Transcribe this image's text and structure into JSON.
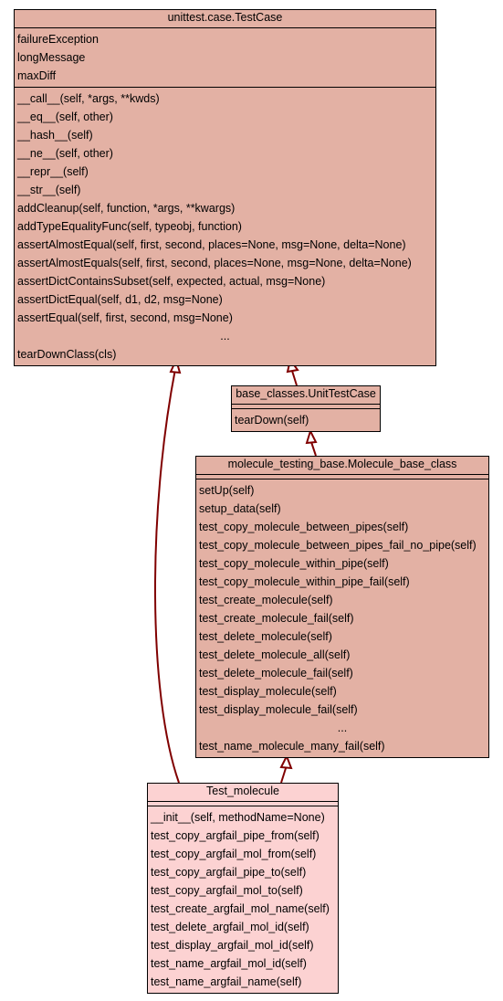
{
  "classes": {
    "testcase": {
      "name": "unittest.case.TestCase",
      "attributes": [
        "failureException",
        "longMessage",
        "maxDiff"
      ],
      "methods": [
        "__call__(self, *args, **kwds)",
        "__eq__(self, other)",
        "__hash__(self)",
        "__ne__(self, other)",
        "__repr__(self)",
        "__str__(self)",
        "addCleanup(self, function, *args, **kwargs)",
        "addTypeEqualityFunc(self, typeobj, function)",
        "assertAlmostEqual(self, first, second, places=None, msg=None, delta=None)",
        "assertAlmostEquals(self, first, second, places=None, msg=None, delta=None)",
        "assertDictContainsSubset(self, expected, actual, msg=None)",
        "assertDictEqual(self, d1, d2, msg=None)",
        "assertEqual(self, first, second, msg=None)",
        "...",
        "tearDownClass(cls)"
      ]
    },
    "unittestcase": {
      "name": "base_classes.UnitTestCase",
      "attributes": [],
      "methods": [
        "tearDown(self)"
      ]
    },
    "molecule_base": {
      "name": "molecule_testing_base.Molecule_base_class",
      "attributes": [],
      "methods": [
        "setUp(self)",
        "setup_data(self)",
        "test_copy_molecule_between_pipes(self)",
        "test_copy_molecule_between_pipes_fail_no_pipe(self)",
        "test_copy_molecule_within_pipe(self)",
        "test_copy_molecule_within_pipe_fail(self)",
        "test_create_molecule(self)",
        "test_create_molecule_fail(self)",
        "test_delete_molecule(self)",
        "test_delete_molecule_all(self)",
        "test_delete_molecule_fail(self)",
        "test_display_molecule(self)",
        "test_display_molecule_fail(self)",
        "...",
        "test_name_molecule_many_fail(self)"
      ]
    },
    "test_molecule": {
      "name": "Test_molecule",
      "attributes": [],
      "methods": [
        "__init__(self, methodName=None)",
        "test_copy_argfail_pipe_from(self)",
        "test_copy_argfail_mol_from(self)",
        "test_copy_argfail_pipe_to(self)",
        "test_copy_argfail_mol_to(self)",
        "test_create_argfail_mol_name(self)",
        "test_delete_argfail_mol_id(self)",
        "test_display_argfail_mol_id(self)",
        "test_name_argfail_mol_id(self)",
        "test_name_argfail_name(self)"
      ]
    }
  },
  "colors": {
    "base_fill": "#e3b1a4",
    "leaf_fill": "#fcd2d2",
    "edge": "#800000"
  }
}
